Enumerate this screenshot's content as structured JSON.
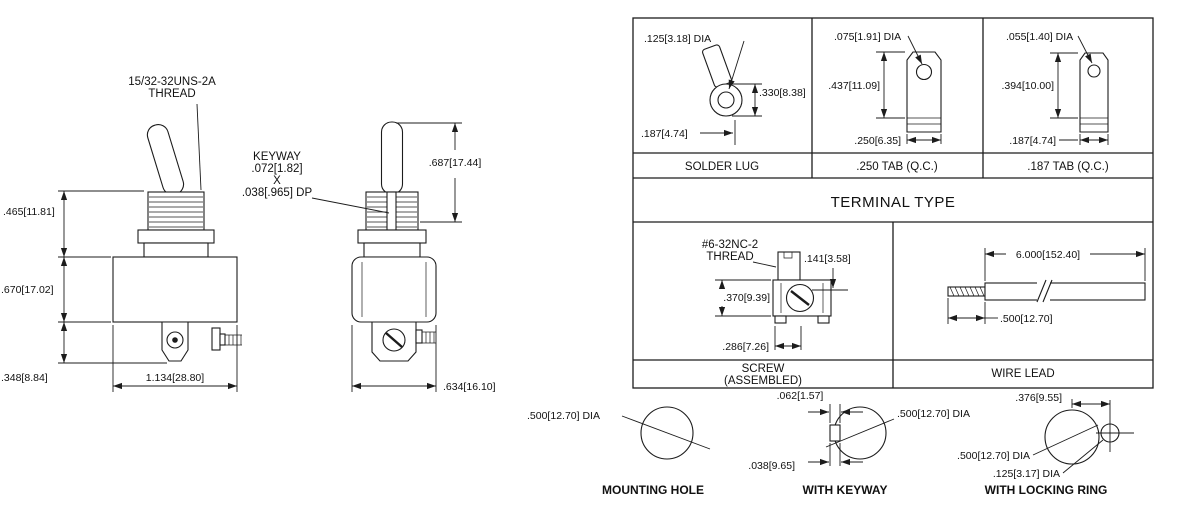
{
  "colors": {
    "line": "#1c1c1c",
    "background": "#ffffff"
  },
  "front_view": {
    "thread_label_line1": "15/32-32UNS-2A",
    "thread_label_line2": "THREAD",
    "dim_bushing": ".465[11.81]",
    "dim_body": ".670[17.02]",
    "dim_terminal": ".348[8.84]",
    "dim_width": "1.134[28.80]"
  },
  "side_view": {
    "keyway_label_line1": "KEYWAY",
    "keyway_label_line2": ".072[1.82]",
    "keyway_label_line3": "X",
    "keyway_label_line4": ".038[.965] DP",
    "dim_lever": ".687[17.44]",
    "dim_width": ".634[16.10]"
  },
  "terminal_table": {
    "header": "TERMINAL TYPE",
    "solder_lug": {
      "caption": "SOLDER LUG",
      "dim_dia": ".125[3.18] DIA",
      "dim_height": ".330[8.38]",
      "dim_width": ".187[4.74]"
    },
    "tab_250": {
      "caption": ".250 TAB (Q.C.)",
      "dim_dia": ".075[1.91] DIA",
      "dim_height": ".437[11.09]",
      "dim_width": ".250[6.35]"
    },
    "tab_187": {
      "caption": ".187 TAB (Q.C.)",
      "dim_dia": ".055[1.40] DIA",
      "dim_height": ".394[10.00]",
      "dim_width": ".187[4.74]"
    },
    "screw": {
      "caption_line1": "SCREW",
      "caption_line2": "(ASSEMBLED)",
      "thread_label_line1": "#6-32NC-2",
      "thread_label_line2": "THREAD",
      "dim_tab": ".141[3.58]",
      "dim_height": ".370[9.39]",
      "dim_width": ".286[7.26]"
    },
    "wire_lead": {
      "caption": "WIRE LEAD",
      "dim_length": "6.000[152.40]",
      "dim_strip": ".500[12.70]"
    }
  },
  "mounting_holes": {
    "plain": {
      "caption": "MOUNTING HOLE",
      "dim_dia": ".500[12.70] DIA"
    },
    "keyway": {
      "caption": "WITH KEYWAY",
      "dim_tab_width": ".062[1.57]",
      "dim_flat": ".038[9.65]",
      "dim_dia": ".500[12.70] DIA"
    },
    "locking_ring": {
      "caption": "WITH LOCKING RING",
      "dim_offset": ".376[9.55]",
      "dim_dia_main": ".500[12.70] DIA",
      "dim_dia_small": ".125[3.17] DIA"
    }
  }
}
